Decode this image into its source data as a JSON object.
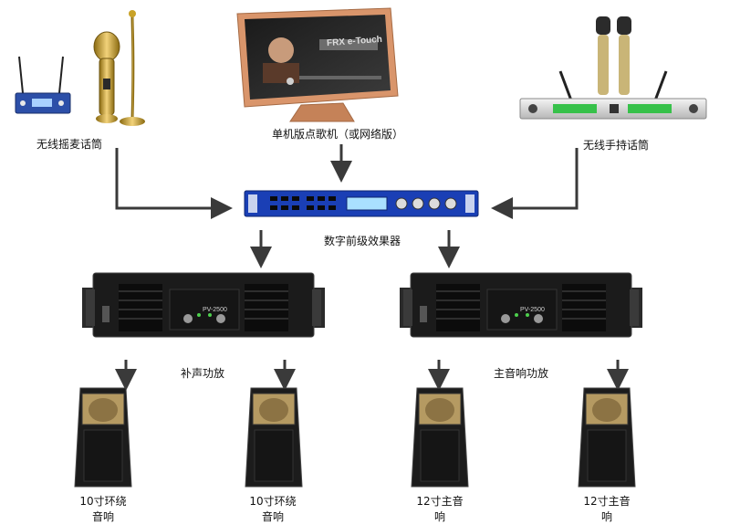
{
  "sources": {
    "wireless_gooseneck": "无线摇麦话筒",
    "karaoke_player": "单机版点歌机（或网络版）",
    "wireless_handheld": "无线手持话筒"
  },
  "screen_brand": "FRX e-Touch",
  "processor_label": "数字前级效果器",
  "amplifiers": {
    "fill_label": "补声功放",
    "main_label": "主音响功放",
    "model_text": "PV-2500"
  },
  "speakers": [
    {
      "line1": "10寸环绕",
      "line2": "音响"
    },
    {
      "line1": "10寸环绕",
      "line2": "音响"
    },
    {
      "line1": "12寸主音",
      "line2": "响"
    },
    {
      "line1": "12寸主音",
      "line2": "响"
    }
  ],
  "colors": {
    "arrow": "#3a3a3a",
    "processor_blue": "#1a3fb5",
    "monitor_frame": "#d9956b",
    "gold": "#c9a227",
    "amp_black": "#1b1b1b",
    "speaker_cone": "#b59a62"
  }
}
